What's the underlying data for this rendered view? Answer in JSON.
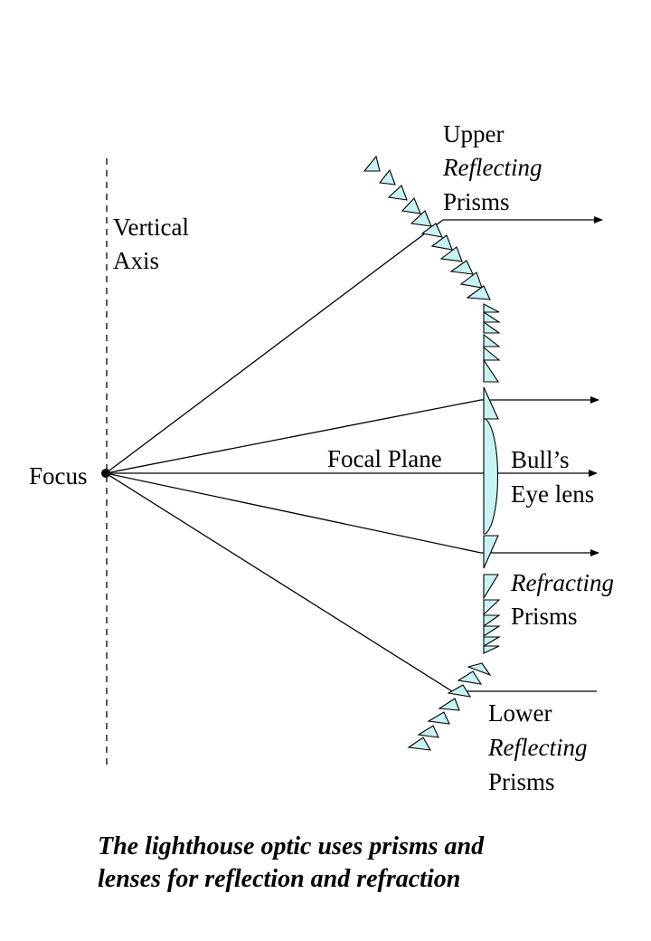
{
  "labels": {
    "upper": [
      "Upper",
      "Reflecting",
      "Prisms"
    ],
    "vertical_axis": [
      "Vertical",
      "Axis"
    ],
    "focus": "Focus",
    "focal_plane": "Focal Plane",
    "bulls_eye": [
      "Bull’s",
      "Eye lens"
    ],
    "refracting": [
      "Refracting",
      "Prisms"
    ],
    "lower": [
      "Lower",
      "Reflecting",
      "Prisms"
    ]
  },
  "caption": [
    "The lighthouse optic uses prisms and",
    "lenses for reflection and refraction"
  ],
  "colors": {
    "glass": "#c8f3f3",
    "lines": "#000000"
  }
}
